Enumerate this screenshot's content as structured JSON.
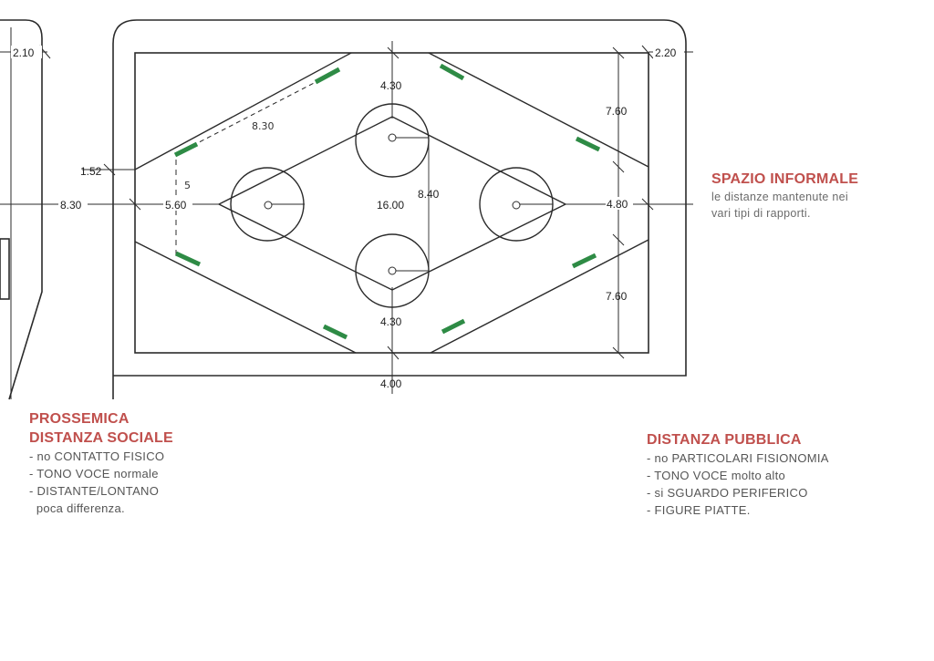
{
  "drawing": {
    "dimensions": {
      "margin_left": "2.10",
      "margin_right": "2.20",
      "top_gap": "4.30",
      "bottom_gap": "4.30",
      "right_upper": "7.60",
      "right_lower": "7.60",
      "right_middle": "4.80",
      "left_offset": "1.52",
      "left_outer": "8.30",
      "left_inner": "5.60",
      "diagonal": "8.30",
      "vertical_short": "5",
      "center_width": "16.00",
      "center_height": "8.40",
      "bottom_outer": "4.00"
    },
    "colors": {
      "line": "#2b2b2b",
      "seat_marker": "#2e8b45"
    }
  },
  "notes": {
    "informale": {
      "title": "SPAZIO INFORMALE",
      "lines": [
        "le distanze mantenute nei",
        "vari tipi di rapporti."
      ]
    },
    "sociale": {
      "title1": "PROSSEMICA",
      "title2": "DISTANZA SOCIALE",
      "lines": [
        "- no CONTATTO FISICO",
        "- TONO VOCE normale",
        "- DISTANTE/LONTANO",
        "  poca differenza."
      ]
    },
    "pubblica": {
      "title": "DISTANZA PUBBLICA",
      "lines": [
        "- no PARTICOLARI FISIONOMIA",
        "- TONO VOCE molto alto",
        "- si SGUARDO PERIFERICO",
        "- FIGURE PIATTE."
      ]
    },
    "colors": {
      "heading": "#c0504d",
      "body": "#555555"
    }
  }
}
